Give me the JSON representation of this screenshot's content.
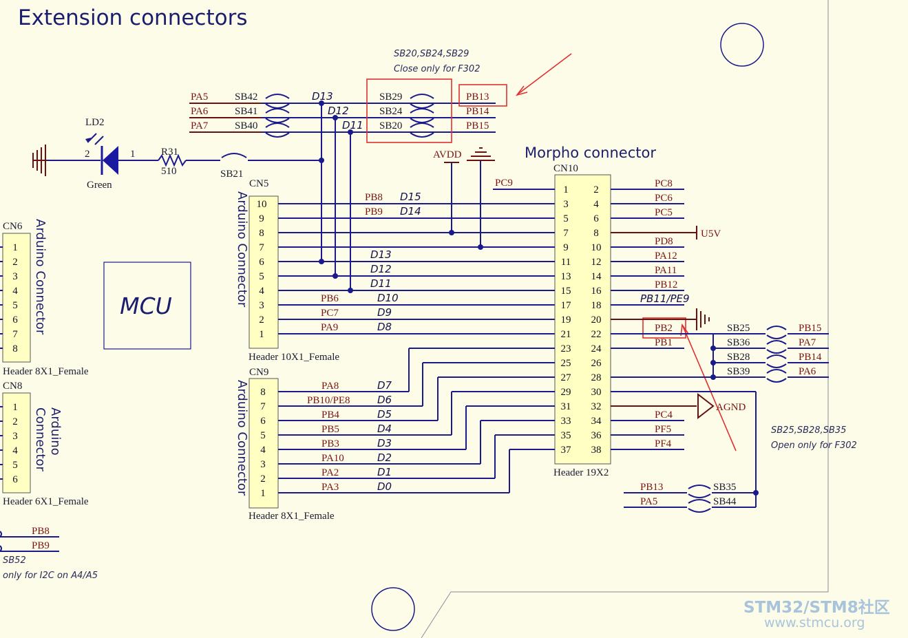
{
  "title": "Extension connectors",
  "morpho_title": "Morpho connector",
  "mcu_label": "MCU",
  "note_top": [
    "SB20,SB24,SB29",
    "Close only for F302"
  ],
  "note_right": [
    "SB25,SB28,SB35",
    "Open only for F302"
  ],
  "note_bottom": [
    "SB52",
    "only for I2C on A4/A5"
  ],
  "top_rows": [
    {
      "net": "PA5",
      "sb1": "SB42",
      "d": "D13",
      "sb2": "SB29",
      "pb": "PB13"
    },
    {
      "net": "PA6",
      "sb1": "SB41",
      "d": "D12",
      "sb2": "SB24",
      "pb": "PB14"
    },
    {
      "net": "PA7",
      "sb1": "SB40",
      "d": "D11",
      "sb2": "SB20",
      "pb": "PB15"
    }
  ],
  "led": {
    "ref": "LD2",
    "pin2": "2",
    "pin1": "1",
    "color": "Green",
    "r_ref": "R31",
    "r_val": "510",
    "sb": "SB21"
  },
  "power": {
    "avdd": "AVDD",
    "u5v": "U5V",
    "agnd": "AGND"
  },
  "cn5": {
    "ref": "CN5",
    "side": "Arduino Connector",
    "foot": "Header 10X1_Female",
    "pins": [
      {
        "n": "10",
        "net": "PB8",
        "d": "D15"
      },
      {
        "n": "9",
        "net": "PB9",
        "d": "D14"
      },
      {
        "n": "8",
        "net": "",
        "d": ""
      },
      {
        "n": "7",
        "net": "",
        "d": ""
      },
      {
        "n": "6",
        "net": "",
        "d": "D13"
      },
      {
        "n": "5",
        "net": "",
        "d": "D12"
      },
      {
        "n": "4",
        "net": "",
        "d": "D11"
      },
      {
        "n": "3",
        "net": "PB6",
        "d": "D10"
      },
      {
        "n": "2",
        "net": "PC7",
        "d": "D9"
      },
      {
        "n": "1",
        "net": "PA9",
        "d": "D8"
      }
    ]
  },
  "cn9": {
    "ref": "CN9",
    "side": "Arduino Connector",
    "foot": "Header 8X1_Female",
    "pins": [
      {
        "n": "8",
        "net": "PA8",
        "d": "D7"
      },
      {
        "n": "7",
        "net": "PB10/PE8",
        "d": "D6"
      },
      {
        "n": "6",
        "net": "PB4",
        "d": "D5"
      },
      {
        "n": "5",
        "net": "PB5",
        "d": "D4"
      },
      {
        "n": "4",
        "net": "PB3",
        "d": "D3"
      },
      {
        "n": "3",
        "net": "PA10",
        "d": "D2"
      },
      {
        "n": "2",
        "net": "PA2",
        "d": "D1"
      },
      {
        "n": "1",
        "net": "PA3",
        "d": "D0"
      }
    ]
  },
  "cn6": {
    "ref": "CN6",
    "side": "Arduino Connector",
    "foot": "Header 8X1_Female",
    "pins": [
      "1",
      "2",
      "3",
      "4",
      "5",
      "6",
      "7",
      "8"
    ]
  },
  "cn8": {
    "ref": "CN8",
    "side_lines": [
      "Arduino",
      "Connector"
    ],
    "foot": "Header 6X1_Female",
    "pins": [
      "1",
      "2",
      "3",
      "4",
      "5",
      "6"
    ]
  },
  "cn10": {
    "ref": "CN10",
    "foot": "Header 19X2",
    "pc9": "PC9",
    "rows": [
      {
        "l": "1",
        "r": "2",
        "net": "PC8"
      },
      {
        "l": "3",
        "r": "4",
        "net": "PC6"
      },
      {
        "l": "5",
        "r": "6",
        "net": "PC5"
      },
      {
        "l": "7",
        "r": "8",
        "net": ""
      },
      {
        "l": "9",
        "r": "10",
        "net": "PD8"
      },
      {
        "l": "11",
        "r": "12",
        "net": "PA12"
      },
      {
        "l": "13",
        "r": "14",
        "net": "PA11"
      },
      {
        "l": "15",
        "r": "16",
        "net": "PB12"
      },
      {
        "l": "17",
        "r": "18",
        "net": "PB11/PE9"
      },
      {
        "l": "19",
        "r": "20",
        "net": ""
      },
      {
        "l": "21",
        "r": "22",
        "net": "PB2"
      },
      {
        "l": "23",
        "r": "24",
        "net": "PB1"
      },
      {
        "l": "25",
        "r": "26",
        "net": ""
      },
      {
        "l": "27",
        "r": "28",
        "net": ""
      },
      {
        "l": "29",
        "r": "30",
        "net": ""
      },
      {
        "l": "31",
        "r": "32",
        "net": ""
      },
      {
        "l": "33",
        "r": "34",
        "net": "PC4"
      },
      {
        "l": "35",
        "r": "36",
        "net": "PF5"
      },
      {
        "l": "37",
        "r": "38",
        "net": "PF4"
      }
    ]
  },
  "right_sb": [
    {
      "sb": "SB25",
      "net": "PB15"
    },
    {
      "sb": "SB36",
      "net": "PA7"
    },
    {
      "sb": "SB28",
      "net": "PB14"
    },
    {
      "sb": "SB39",
      "net": "PA6"
    }
  ],
  "bottom_sb": [
    {
      "net": "PB13",
      "sb": "SB35"
    },
    {
      "net": "PA5",
      "sb": "SB44"
    }
  ],
  "bottom_left_nets": [
    "PB8",
    "PB9"
  ],
  "watermark": {
    "brand": "STM32/STM8社区",
    "url": "www.stmcu.org"
  }
}
